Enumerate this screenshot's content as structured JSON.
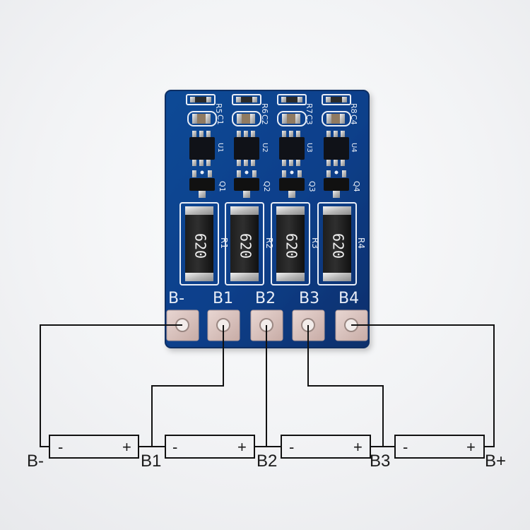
{
  "board": {
    "pad_labels": [
      "B-",
      "B1",
      "B2",
      "B3",
      "B4"
    ],
    "resistor_code": "620",
    "resistor_labels": [
      "R1",
      "R2",
      "R3",
      "R4"
    ],
    "small_resistor_labels": [
      "R5",
      "R6",
      "R7",
      "R8"
    ],
    "capacitor_labels": [
      "C1",
      "C2",
      "C3",
      "C4"
    ],
    "ic_labels": [
      "U1",
      "U2",
      "U3",
      "U4"
    ],
    "transistor_labels": [
      "Q1",
      "Q2",
      "Q3",
      "Q4"
    ],
    "colors": {
      "pcb": "#0d3f8a",
      "pad": "#d9c2bd",
      "silkscreen": "#e9eef7"
    }
  },
  "diagram": {
    "terminal_labels": [
      "B-",
      "B1",
      "B2",
      "B3",
      "B+"
    ],
    "cell_minus": "-",
    "cell_plus": "+"
  }
}
